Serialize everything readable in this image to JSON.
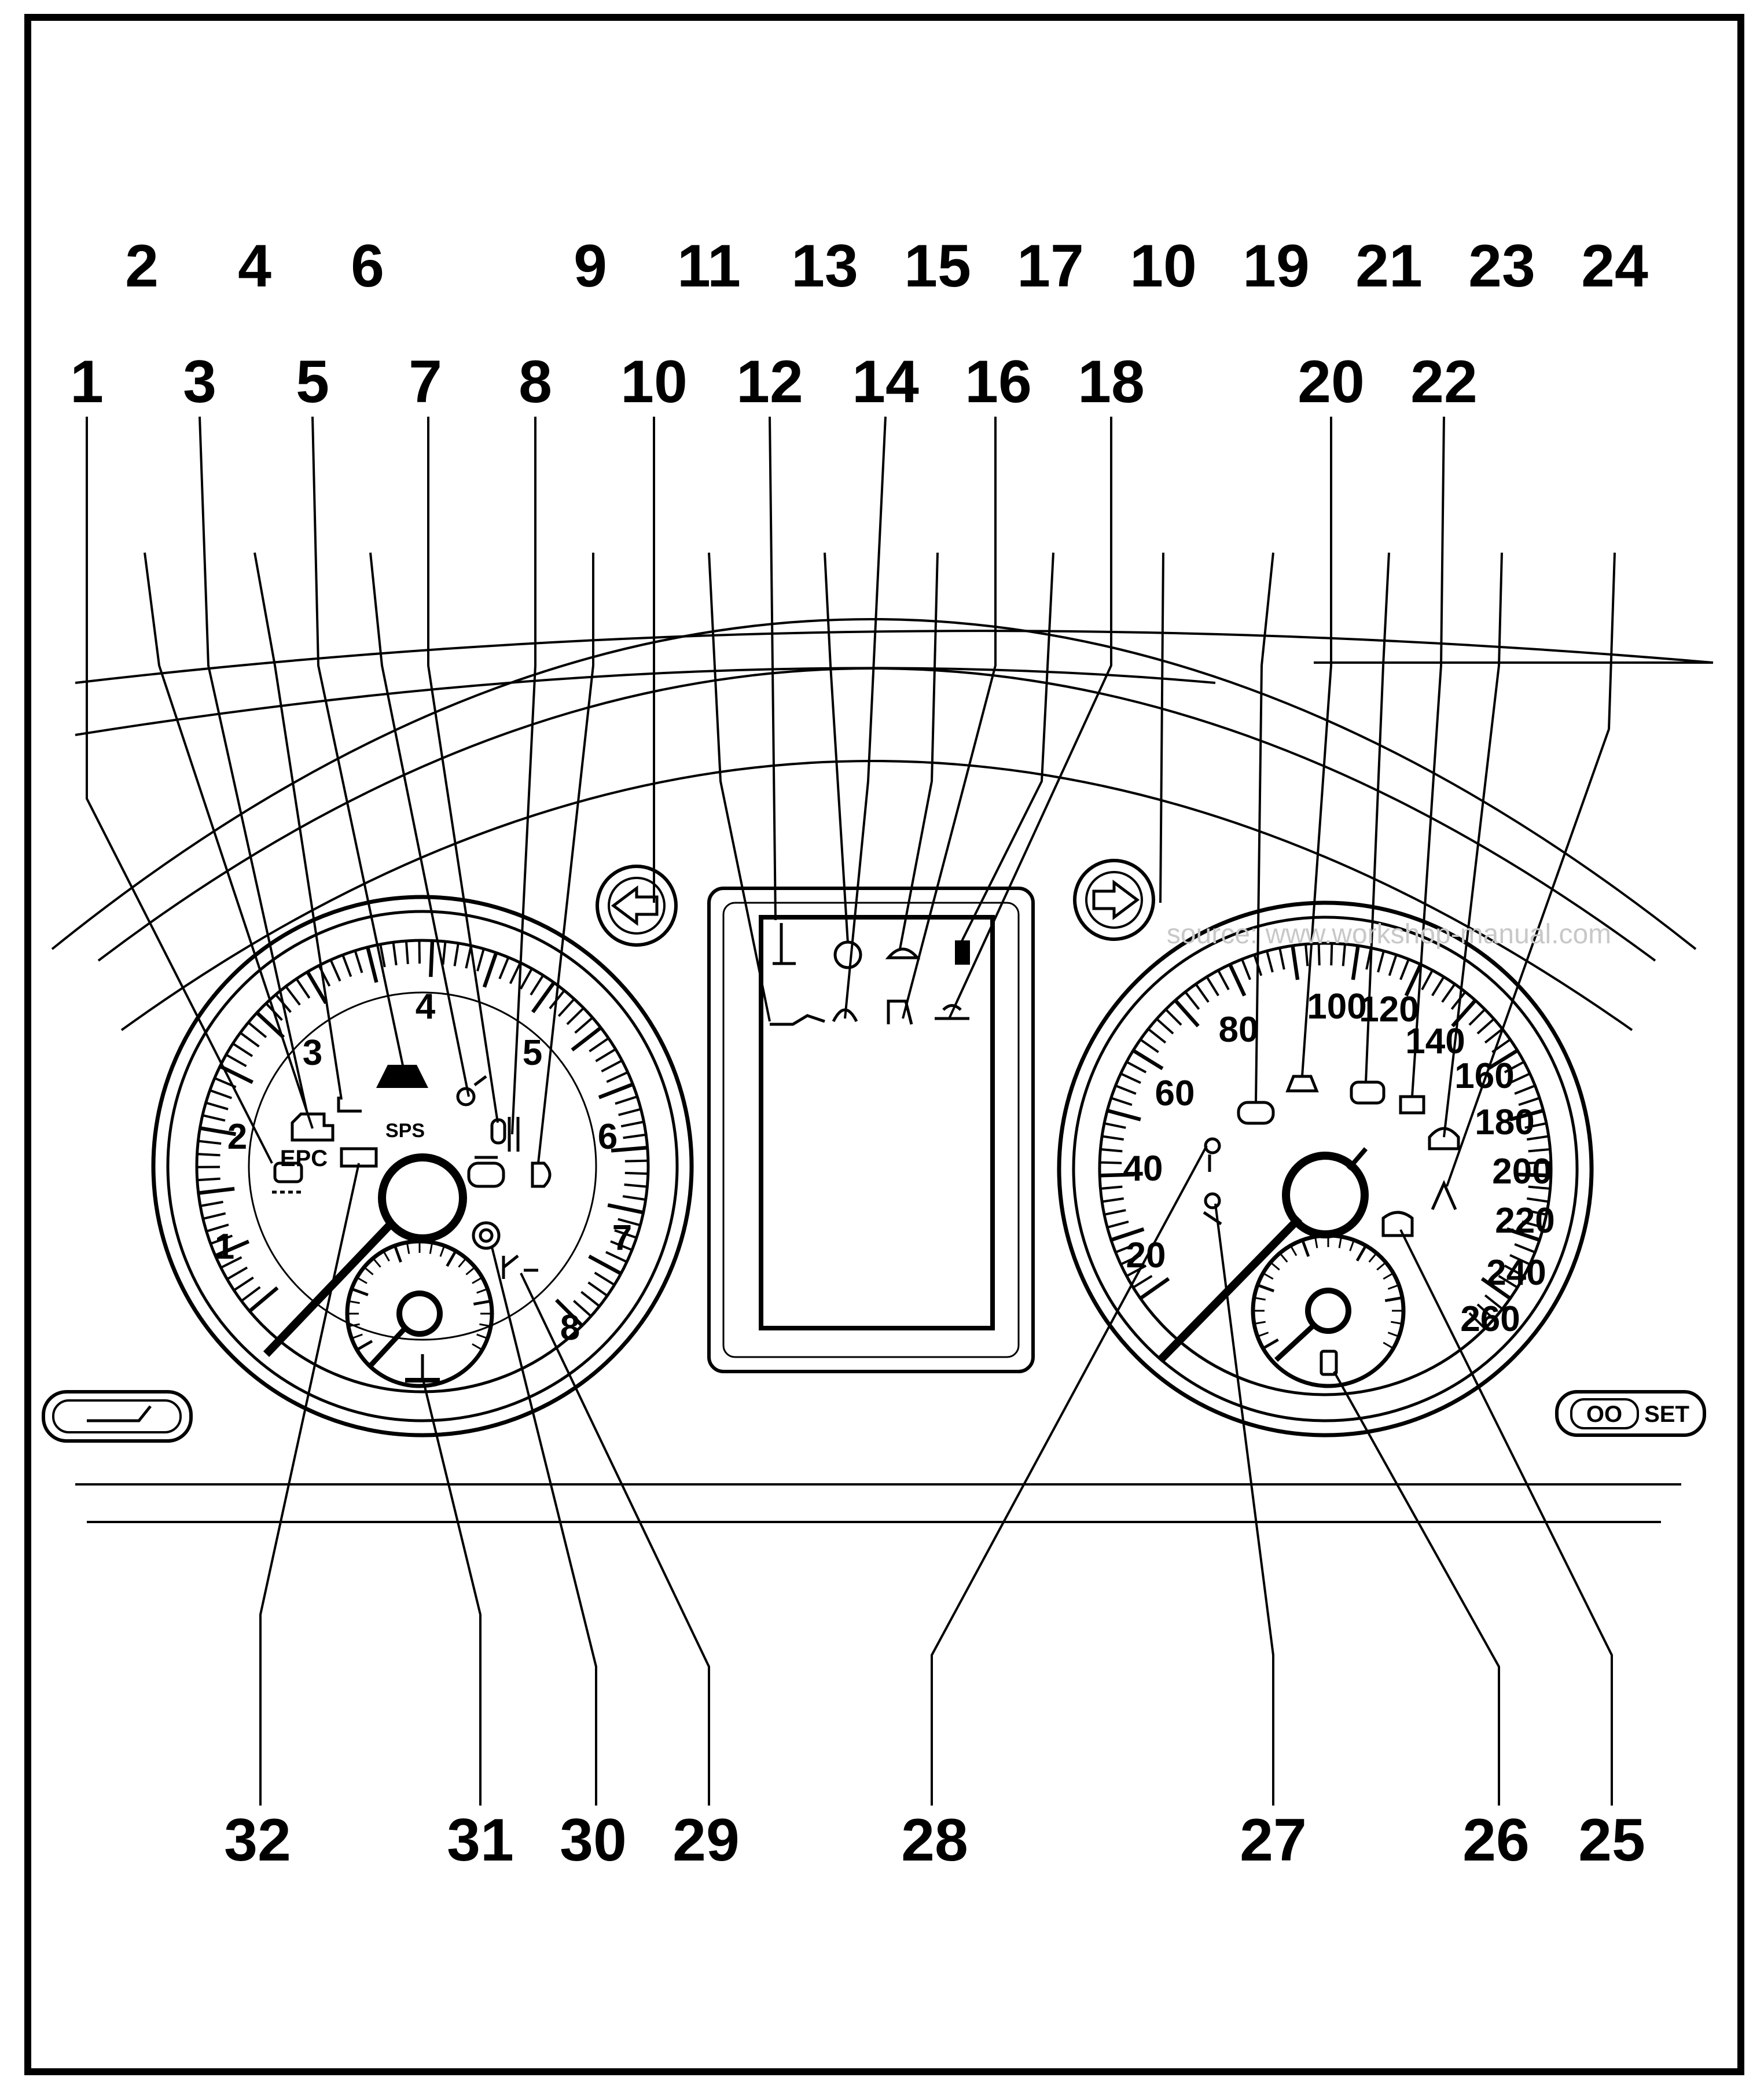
{
  "callouts": {
    "top_row": [
      "2",
      "4",
      "6",
      "9",
      "11",
      "13",
      "15",
      "17",
      "10",
      "19",
      "21",
      "23",
      "24"
    ],
    "second_row": [
      "1",
      "3",
      "5",
      "7",
      "8",
      "10",
      "12",
      "14",
      "16",
      "18",
      "20",
      "22"
    ],
    "bottom_row": [
      "32",
      "31",
      "30",
      "29",
      "28",
      "27",
      "26",
      "25"
    ]
  },
  "tachometer": {
    "numbers": [
      "1",
      "2",
      "3",
      "4",
      "5",
      "6",
      "7",
      "8"
    ],
    "lamp_text": {
      "epc": "EPC"
    }
  },
  "speedometer": {
    "numbers": [
      "20",
      "40",
      "60",
      "80",
      "100",
      "120",
      "140",
      "160",
      "180",
      "200",
      "220",
      "240",
      "260"
    ]
  },
  "buttons": {
    "trip_left": {
      "icon": "trip-reset-icon"
    },
    "right": {
      "label_1": "OO",
      "label_2": "SET"
    }
  },
  "watermark": "source: www.workshop-manual.com"
}
